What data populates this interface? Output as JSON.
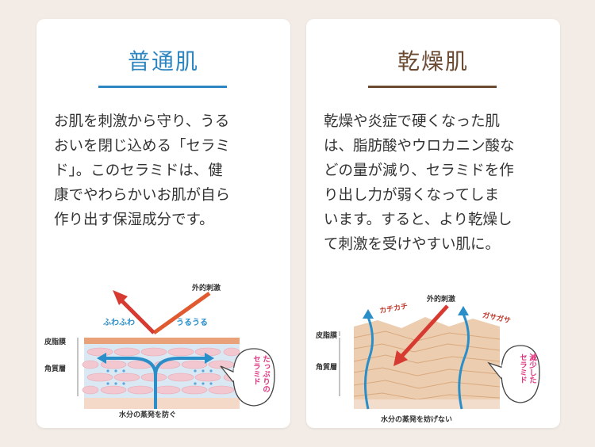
{
  "normal": {
    "title": "普通肌",
    "color": "#2e86c1",
    "lines": [
      "お肌を刺激から守り、うる",
      "おいを閉じ込める「セラミ",
      "ド」。このセラミドは、健",
      "康でやわらかいお肌が自ら",
      "作り出す保湿成分です。"
    ],
    "diagram": {
      "stimulus": "外的刺激",
      "fuwafuwa": "ふわふわ",
      "uruuru": "うるうる",
      "sebum": "皮脂膜",
      "stratum": "角質層",
      "bubble": [
        "たっぷりの",
        "セラミド"
      ],
      "caption": "水分の蒸発を防ぐ"
    }
  },
  "dry": {
    "title": "乾燥肌",
    "color": "#6b4a32",
    "lines": [
      "乾燥や炎症で硬くなった肌",
      "は、脂肪酸やウロカニン酸な",
      "どの量が減り、セラミドを作",
      "り出し力が弱くなってしま",
      "います。すると、より乾燥し",
      "て刺激を受けやすい肌に。"
    ],
    "diagram": {
      "stimulus": "外的刺激",
      "kachikachi": "カチカチ",
      "gasagasa": "ガサガサ",
      "sebum": "皮脂膜",
      "stratum": "角質層",
      "bubble": [
        "減少した",
        "セラミド"
      ],
      "caption": "水分の蒸発を妨げない"
    }
  }
}
